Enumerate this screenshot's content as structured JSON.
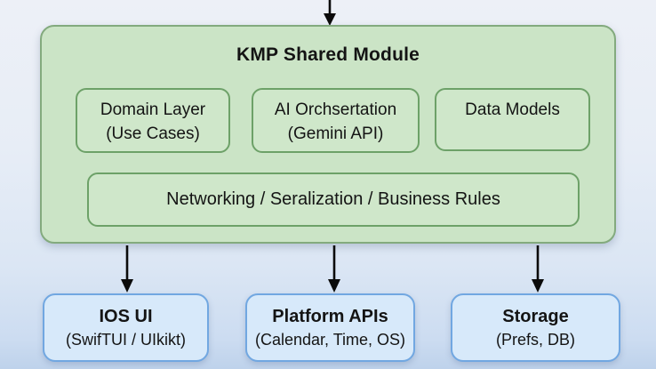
{
  "shared_module": {
    "title": "KMP Shared Module",
    "components": [
      {
        "name": "Domain Layer",
        "detail": "(Use Cases)"
      },
      {
        "name": "AI Orchsertation",
        "detail": "(Gemini API)"
      },
      {
        "name": "Data Models",
        "detail": ""
      }
    ],
    "base_layer": "Networking / Seralization / Business Rules"
  },
  "platform_targets": [
    {
      "name": "IOS UI",
      "detail": "(SwifTUI / UIkikt)"
    },
    {
      "name": "Platform APIs",
      "detail": "(Calendar, Time, OS)"
    },
    {
      "name": "Storage",
      "detail": "(Prefs, DB)"
    }
  ],
  "icons": {
    "top_arrow": "arrow-down-icon",
    "branch_arrows": [
      "arrow-down-icon",
      "arrow-down-icon",
      "arrow-down-icon"
    ]
  },
  "colors": {
    "green_fill": "#cbe4c6",
    "green_border": "#83aa7e",
    "green_inner_border": "#6da168",
    "blue_fill": "#d7e9fa",
    "blue_border": "#71a7e1",
    "arrow": "#0b0b0b",
    "text": "#141414",
    "background_top": "#edf0f7",
    "background_bottom": "#bed2eb"
  }
}
